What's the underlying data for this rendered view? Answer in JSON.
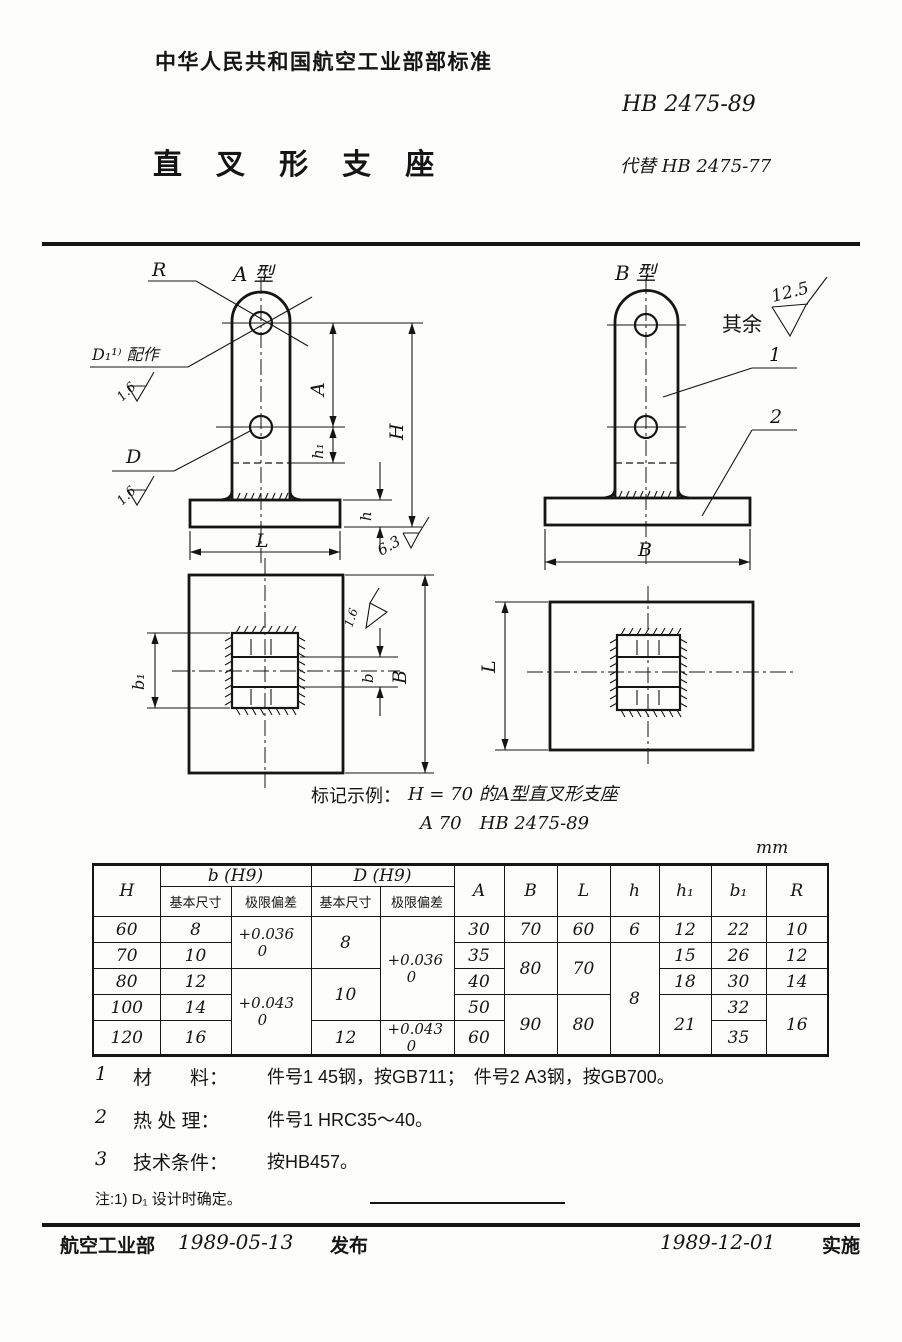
{
  "header": {
    "org": "中华人民共和国航空工业部部标准",
    "number": "HB 2475-89",
    "title": "直 叉 形 支 座",
    "replaces": "代替 HB 2475-77"
  },
  "drawing": {
    "type_a": "A 型",
    "type_b": "B 型",
    "dim_R": "R",
    "dim_D1": "D₁¹⁾ 配作",
    "rough_D1": "1.6",
    "dim_D": "D",
    "rough_D": "1.6",
    "dim_A": "A",
    "dim_h1": "h₁",
    "dim_H": "H",
    "dim_h": "h",
    "dim_L": "L",
    "rough_base": "6.3",
    "others_label": "其余",
    "others_value": "12.5",
    "part_1": "1",
    "part_2": "2",
    "dim_B": "B",
    "plan_a": {
      "dim_b1": "b₁",
      "dim_b": "b",
      "dim_B": "B",
      "rough_slot": "1.6"
    },
    "plan_b": {
      "dim_L": "L"
    }
  },
  "marking": {
    "label": "标记示例：",
    "line1": "H = 70 的A型直叉形支座",
    "line2": "A 70　HB 2475-89"
  },
  "units": "mm",
  "table": {
    "col_H": "H",
    "col_b": "b (H9)",
    "col_D": "D (H9)",
    "sub_basic": "基本尺寸",
    "sub_dev": "极限偏差",
    "col_A": "A",
    "col_B": "B",
    "col_L": "L",
    "col_h": "h",
    "col_h1": "h₁",
    "col_b1": "b₁",
    "col_R": "R",
    "rows": {
      "H": [
        "60",
        "70",
        "80",
        "100",
        "120"
      ],
      "b_basic": [
        "8",
        "10",
        "12",
        "14",
        "16"
      ],
      "b_dev": [
        "+0.036\n    0",
        "+0.043\n    0"
      ],
      "D_basic": [
        "8",
        "10",
        "12"
      ],
      "D_dev": [
        "+0.036\n    0",
        "+0.043\n    0"
      ],
      "A": [
        "30",
        "35",
        "40",
        "50",
        "60"
      ],
      "B": [
        "70",
        "80",
        "90"
      ],
      "L": [
        "60",
        "70",
        "80"
      ],
      "h": [
        "6",
        "8"
      ],
      "h1": [
        "12",
        "15",
        "18",
        "21"
      ],
      "b1": [
        "22",
        "26",
        "30",
        "32",
        "35"
      ],
      "R": [
        "10",
        "12",
        "14",
        "16"
      ]
    }
  },
  "notes": [
    {
      "num": "1",
      "label": "材　　料：",
      "text": "件号1 45钢，按GB711；　件号2 A3钢，按GB700。"
    },
    {
      "num": "2",
      "label": "热 处 理：",
      "text": "件号1 HRC35～40。"
    },
    {
      "num": "3",
      "label": "技术条件：",
      "text": "按HB457。"
    }
  ],
  "footnote": "注:1) D₁ 设计时确定。",
  "footer": {
    "org": "航空工业部",
    "pub_date": "1989-05-13",
    "pub_action": "发布",
    "impl_date": "1989-12-01",
    "impl_action": "实施"
  }
}
